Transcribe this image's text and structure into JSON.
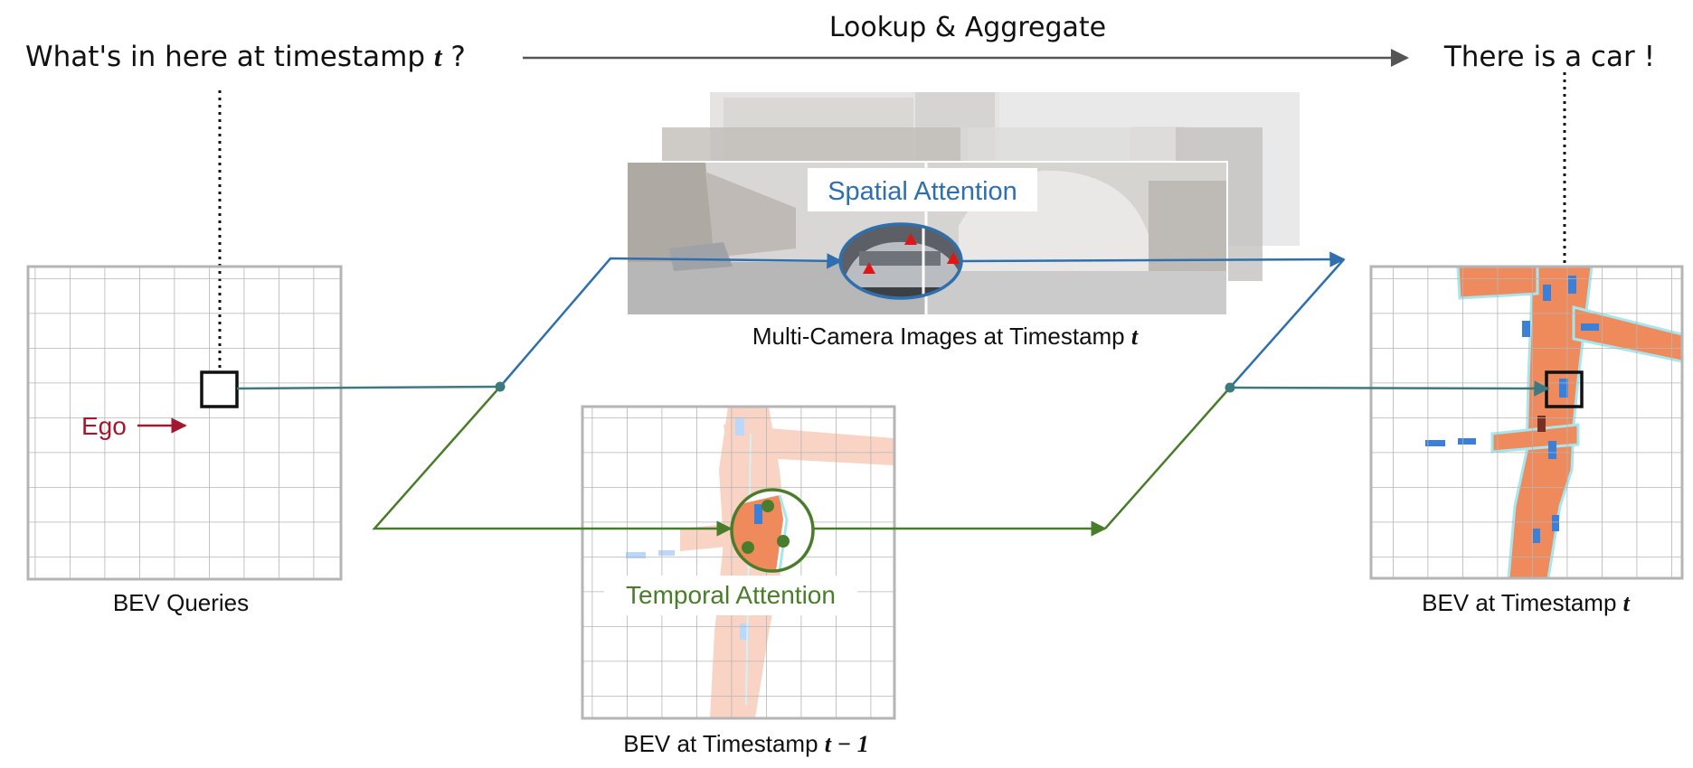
{
  "top": {
    "question_prefix": "What's in here at timestamp",
    "question_var": "t",
    "question_suffix": "?",
    "process_label": "Lookup & Aggregate",
    "answer": "There is a car !"
  },
  "bev_queries": {
    "caption": "BEV Queries",
    "ego_label": "Ego"
  },
  "spatial": {
    "label": "Spatial Attention",
    "images_caption_prefix": "Multi-Camera Images at Timestamp",
    "images_caption_var": "t"
  },
  "temporal": {
    "label": "Temporal Attention",
    "caption_prefix": "BEV at Timestamp",
    "caption_var": "t − 1"
  },
  "bev_out": {
    "caption_prefix": "BEV at Timestamp",
    "caption_var": "t"
  },
  "colors": {
    "spatial_blue": "#2f6fad",
    "temporal_green": "#4a7d2b",
    "query_teal": "#3d7a80",
    "ego_red": "#a3182f",
    "grid_gray": "#b5b5b5",
    "road_orange": "#ef8a5c",
    "car_blue": "#3b7fd6"
  },
  "icons": [
    "triangle-marker-icon",
    "reference-point-icon",
    "arrow-icon"
  ]
}
